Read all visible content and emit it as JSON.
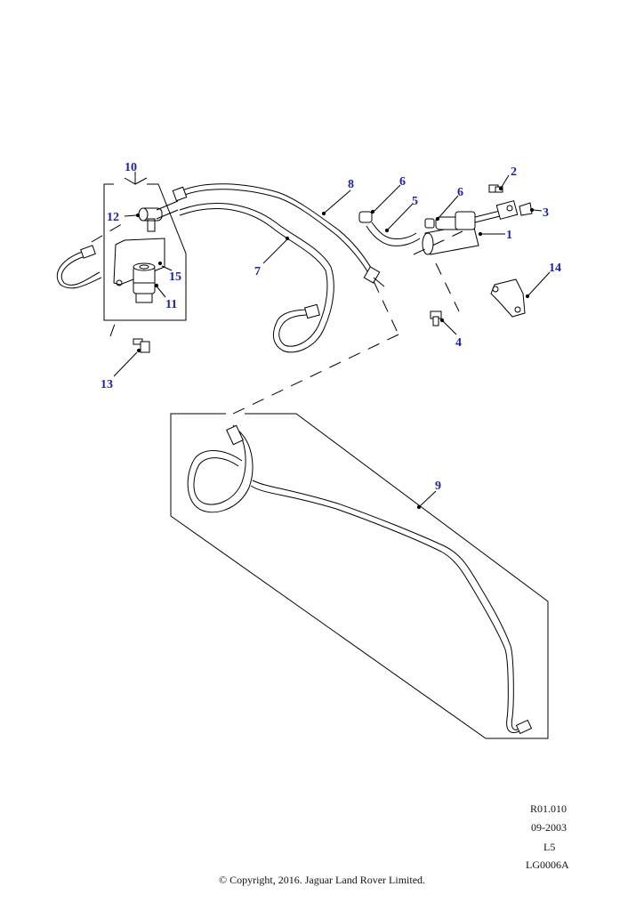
{
  "callouts": {
    "c1": "1",
    "c2": "2",
    "c3": "3",
    "c4": "4",
    "c5": "5",
    "c6a": "6",
    "c6b": "6",
    "c7": "7",
    "c8": "8",
    "c9": "9",
    "c10": "10",
    "c11": "11",
    "c12": "12",
    "c13": "13",
    "c14": "14",
    "c15": "15"
  },
  "footer": {
    "ref": "R01.010",
    "date": "09-2003",
    "level": "L5",
    "drawing": "LG0006A",
    "copyright": "© Copyright, 2016. Jaguar Land Rover Limited."
  },
  "colors": {
    "callout": "#1a1fb8",
    "line": "#000000"
  }
}
